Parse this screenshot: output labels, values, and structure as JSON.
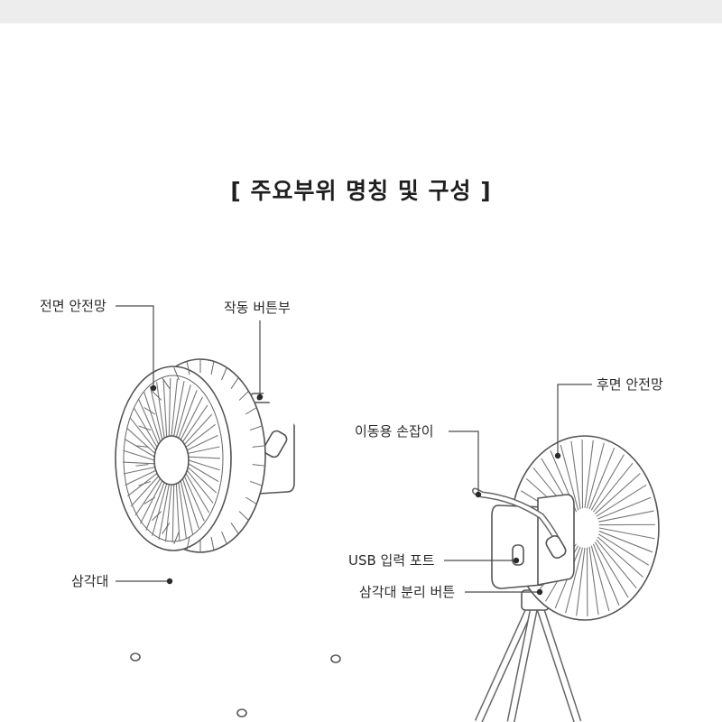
{
  "title": "[ 주요부위 명칭 및 구성 ]",
  "labels": {
    "front_guard": "전면 안전망",
    "control_buttons": "작동 버튼부",
    "tripod": "삼각대",
    "rear_guard": "후면 안전망",
    "carry_handle": "이동용 손잡이",
    "usb_port": "USB 입력 포트",
    "tripod_release": "삼각대 분리 버튼"
  }
}
